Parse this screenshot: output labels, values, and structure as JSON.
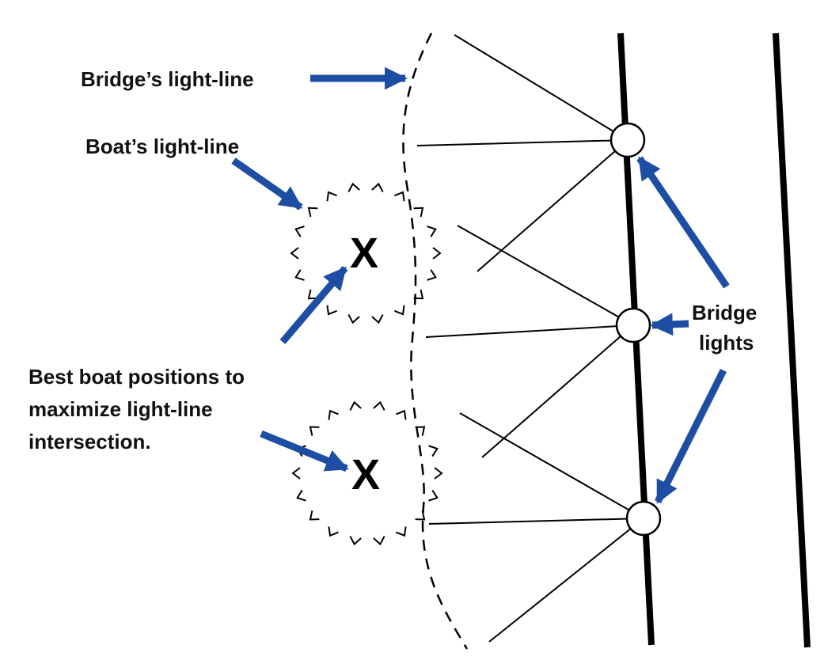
{
  "labels": {
    "bridge_light_line": "Bridge’s light-line",
    "boat_light_line": "Boat’s light-line",
    "best_positions": [
      "Best boat positions to",
      "maximize light-line",
      "intersection."
    ],
    "bridge_lights": [
      "Bridge",
      "lights"
    ]
  },
  "boat_markers": [
    "X",
    "X"
  ],
  "colors": {
    "arrow": "#1d4ea3",
    "line": "#000000",
    "background": "#ffffff"
  }
}
